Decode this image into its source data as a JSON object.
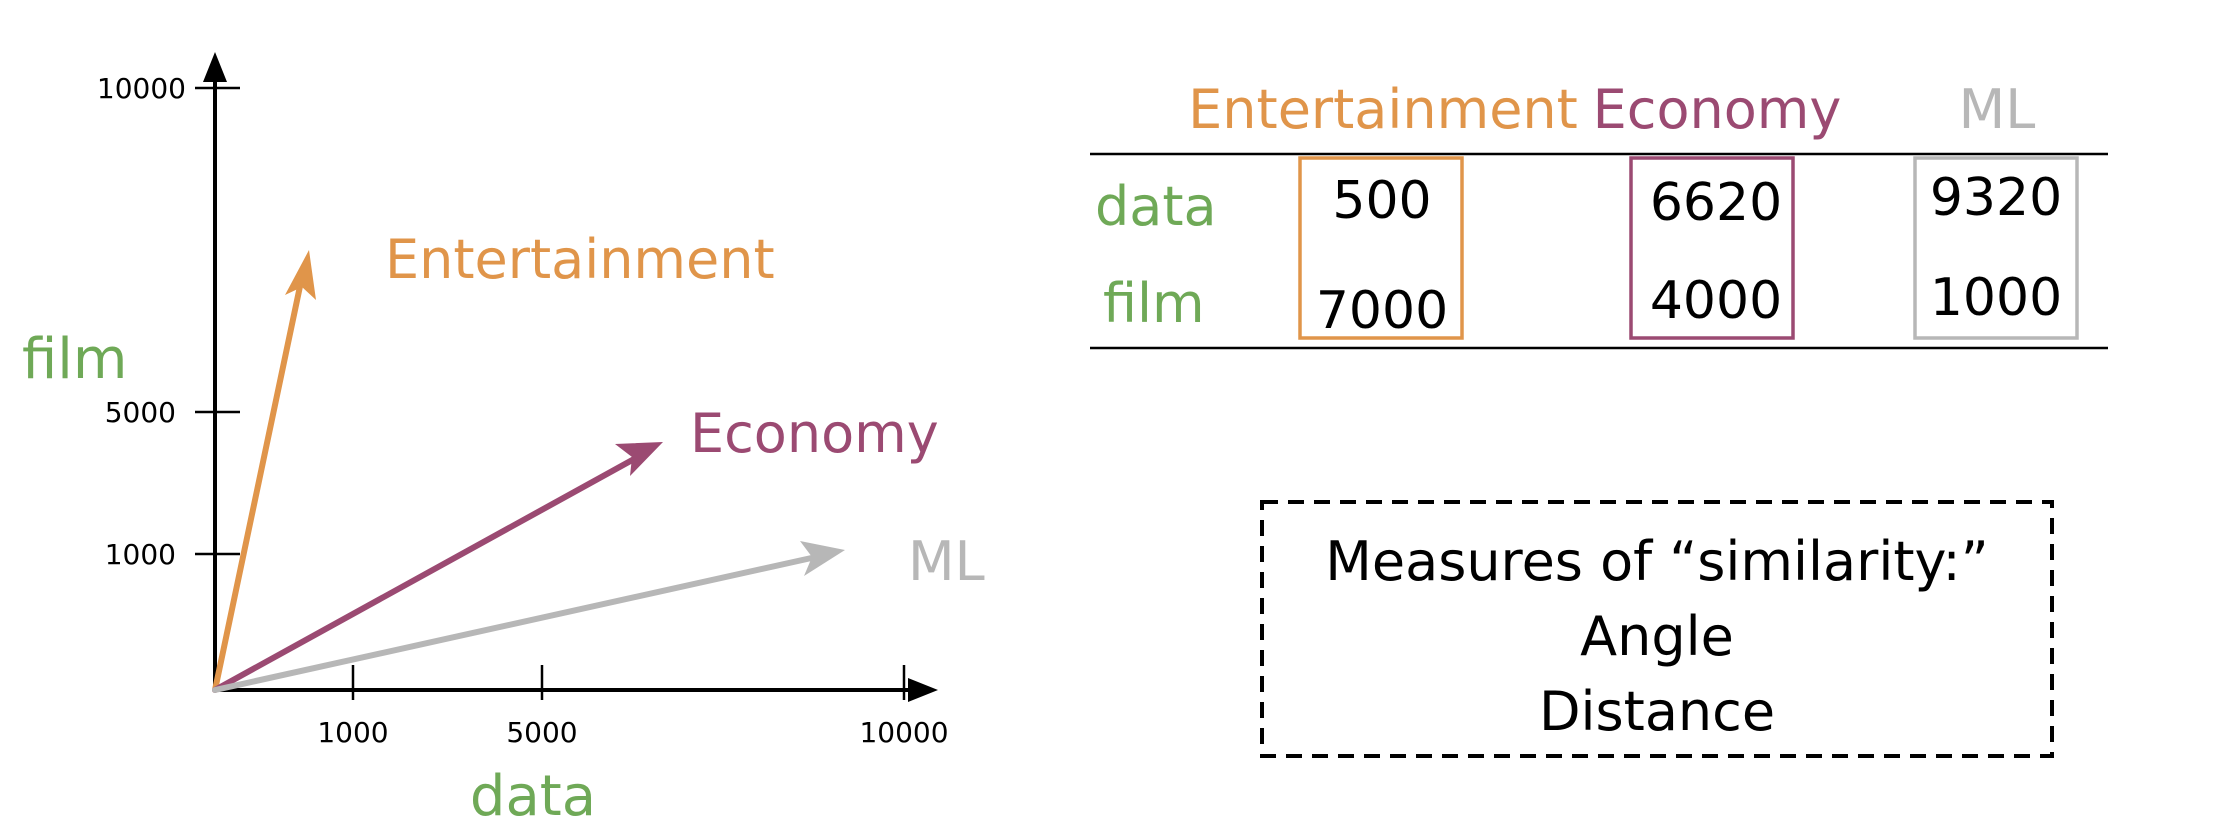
{
  "colors": {
    "entertainment": "#E0954A",
    "economy": "#9B4A72",
    "ml": "#B7B7B7",
    "axis_words": "#6FA957",
    "ink": "#000000"
  },
  "plot": {
    "y_axis_label": "film",
    "x_axis_label": "data",
    "y_ticks": [
      "10000",
      "5000",
      "1000"
    ],
    "x_ticks": [
      "1000",
      "5000",
      "10000"
    ]
  },
  "vectors": [
    {
      "name": "Entertainment",
      "color_key": "entertainment"
    },
    {
      "name": "Economy",
      "color_key": "economy"
    },
    {
      "name": "ML",
      "color_key": "ml"
    }
  ],
  "table": {
    "columns": [
      "Entertainment",
      "Economy",
      "ML"
    ],
    "rows": [
      {
        "label": "data",
        "values": [
          "500",
          "6620",
          "9320"
        ]
      },
      {
        "label": "film",
        "values": [
          "7000",
          "4000",
          "1000"
        ]
      }
    ]
  },
  "note": {
    "lines": [
      "Measures of “similarity:”",
      "Angle",
      "Distance"
    ]
  }
}
